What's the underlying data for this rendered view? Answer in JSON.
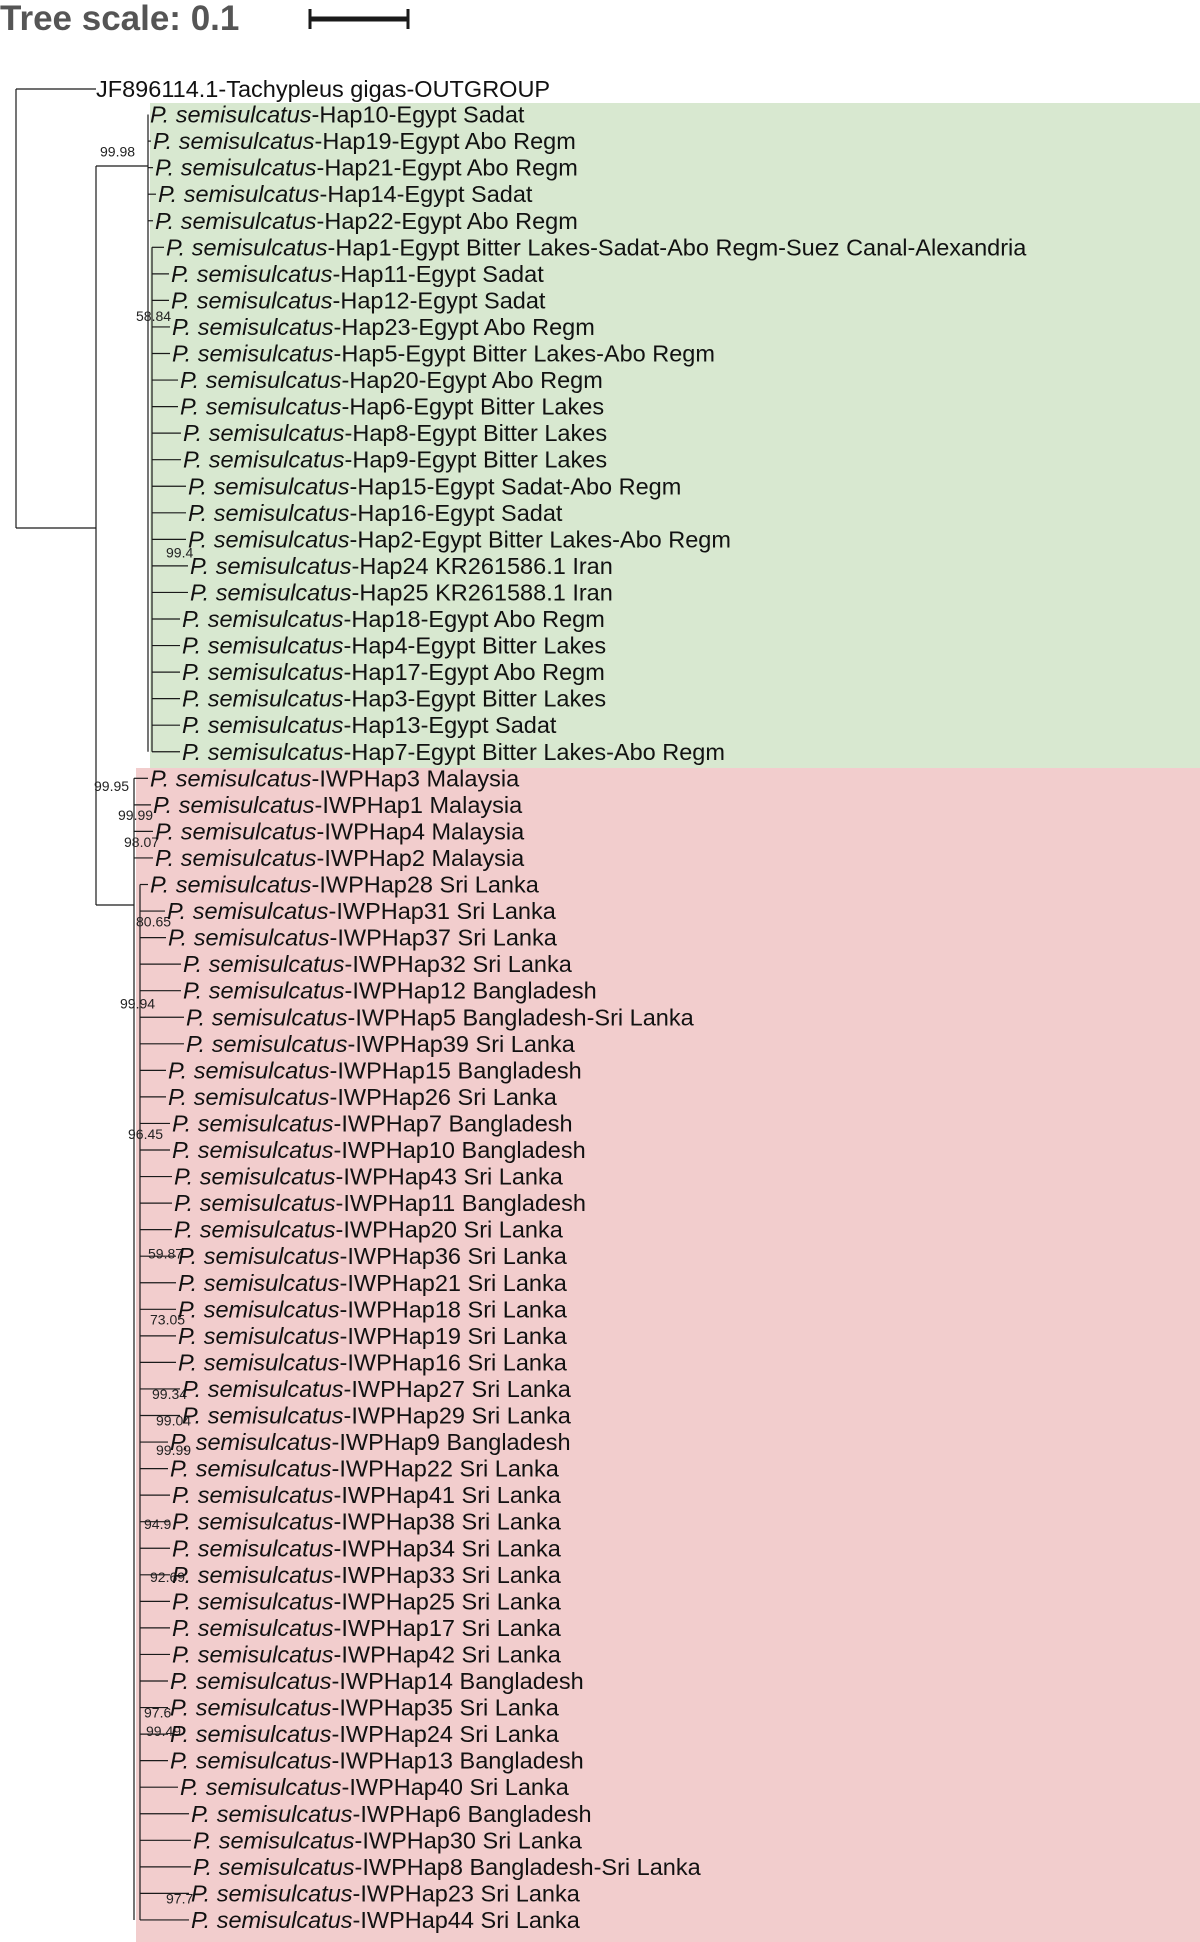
{
  "tree_scale": {
    "label": "Tree scale: 0.1",
    "value": 0.1
  },
  "colors": {
    "clade_egypt": "#d8e8d0",
    "clade_iwp": "#f2cdcd",
    "branch": "#1a1a1a"
  },
  "outgroup": "JF896114.1-Tachypleus gigas-OUTGROUP",
  "leaf_prefix": "P. semisulcatus",
  "leaves": [
    {
      "name": "-Hap10-Egypt Sadat",
      "clade": "egypt"
    },
    {
      "name": "-Hap19-Egypt Abo Regm",
      "clade": "egypt"
    },
    {
      "name": "-Hap21-Egypt Abo Regm",
      "clade": "egypt"
    },
    {
      "name": "-Hap14-Egypt Sadat",
      "clade": "egypt"
    },
    {
      "name": "-Hap22-Egypt Abo Regm",
      "clade": "egypt"
    },
    {
      "name": "-Hap1-Egypt Bitter Lakes-Sadat-Abo Regm-Suez Canal-Alexandria",
      "clade": "egypt"
    },
    {
      "name": "-Hap11-Egypt Sadat",
      "clade": "egypt"
    },
    {
      "name": "-Hap12-Egypt Sadat",
      "clade": "egypt"
    },
    {
      "name": "-Hap23-Egypt Abo Regm",
      "clade": "egypt"
    },
    {
      "name": "-Hap5-Egypt Bitter Lakes-Abo Regm",
      "clade": "egypt"
    },
    {
      "name": "-Hap20-Egypt Abo Regm",
      "clade": "egypt"
    },
    {
      "name": "-Hap6-Egypt Bitter Lakes",
      "clade": "egypt"
    },
    {
      "name": "-Hap8-Egypt Bitter Lakes",
      "clade": "egypt"
    },
    {
      "name": "-Hap9-Egypt Bitter Lakes",
      "clade": "egypt"
    },
    {
      "name": "-Hap15-Egypt Sadat-Abo Regm",
      "clade": "egypt"
    },
    {
      "name": "-Hap16-Egypt Sadat",
      "clade": "egypt"
    },
    {
      "name": "-Hap2-Egypt Bitter Lakes-Abo Regm",
      "clade": "egypt"
    },
    {
      "name": "-Hap24 KR261586.1 Iran",
      "clade": "egypt"
    },
    {
      "name": "-Hap25 KR261588.1 Iran",
      "clade": "egypt"
    },
    {
      "name": "-Hap18-Egypt Abo Regm",
      "clade": "egypt"
    },
    {
      "name": "-Hap4-Egypt Bitter Lakes",
      "clade": "egypt"
    },
    {
      "name": "-Hap17-Egypt Abo Regm",
      "clade": "egypt"
    },
    {
      "name": "-Hap3-Egypt Bitter Lakes",
      "clade": "egypt"
    },
    {
      "name": "-Hap13-Egypt Sadat",
      "clade": "egypt"
    },
    {
      "name": "-Hap7-Egypt Bitter Lakes-Abo Regm",
      "clade": "egypt"
    },
    {
      "name": "-IWPHap3 Malaysia",
      "clade": "iwp"
    },
    {
      "name": "-IWPHap1 Malaysia",
      "clade": "iwp"
    },
    {
      "name": "-IWPHap4 Malaysia",
      "clade": "iwp"
    },
    {
      "name": "-IWPHap2 Malaysia",
      "clade": "iwp"
    },
    {
      "name": "-IWPHap28 Sri Lanka",
      "clade": "iwp"
    },
    {
      "name": "-IWPHap31 Sri Lanka",
      "clade": "iwp"
    },
    {
      "name": "-IWPHap37 Sri Lanka",
      "clade": "iwp"
    },
    {
      "name": "-IWPHap32 Sri Lanka",
      "clade": "iwp"
    },
    {
      "name": "-IWPHap12 Bangladesh",
      "clade": "iwp"
    },
    {
      "name": "-IWPHap5 Bangladesh-Sri Lanka",
      "clade": "iwp"
    },
    {
      "name": "-IWPHap39 Sri Lanka",
      "clade": "iwp"
    },
    {
      "name": "-IWPHap15 Bangladesh",
      "clade": "iwp"
    },
    {
      "name": "-IWPHap26 Sri Lanka",
      "clade": "iwp"
    },
    {
      "name": "-IWPHap7 Bangladesh",
      "clade": "iwp"
    },
    {
      "name": "-IWPHap10 Bangladesh",
      "clade": "iwp"
    },
    {
      "name": "-IWPHap43 Sri Lanka",
      "clade": "iwp"
    },
    {
      "name": "-IWPHap11 Bangladesh",
      "clade": "iwp"
    },
    {
      "name": "-IWPHap20 Sri Lanka",
      "clade": "iwp"
    },
    {
      "name": "-IWPHap36 Sri Lanka",
      "clade": "iwp"
    },
    {
      "name": "-IWPHap21 Sri Lanka",
      "clade": "iwp"
    },
    {
      "name": "-IWPHap18 Sri Lanka",
      "clade": "iwp"
    },
    {
      "name": "-IWPHap19 Sri Lanka",
      "clade": "iwp"
    },
    {
      "name": "-IWPHap16 Sri Lanka",
      "clade": "iwp"
    },
    {
      "name": "-IWPHap27 Sri Lanka",
      "clade": "iwp"
    },
    {
      "name": "-IWPHap29 Sri Lanka",
      "clade": "iwp"
    },
    {
      "name": "-IWPHap9 Bangladesh",
      "clade": "iwp"
    },
    {
      "name": "-IWPHap22 Sri Lanka",
      "clade": "iwp"
    },
    {
      "name": "-IWPHap41 Sri Lanka",
      "clade": "iwp"
    },
    {
      "name": "-IWPHap38 Sri Lanka",
      "clade": "iwp"
    },
    {
      "name": "-IWPHap34 Sri Lanka",
      "clade": "iwp"
    },
    {
      "name": "-IWPHap33 Sri Lanka",
      "clade": "iwp"
    },
    {
      "name": "-IWPHap25 Sri Lanka",
      "clade": "iwp"
    },
    {
      "name": "-IWPHap17 Sri Lanka",
      "clade": "iwp"
    },
    {
      "name": "-IWPHap42 Sri Lanka",
      "clade": "iwp"
    },
    {
      "name": "-IWPHap14 Bangladesh",
      "clade": "iwp"
    },
    {
      "name": "-IWPHap35 Sri Lanka",
      "clade": "iwp"
    },
    {
      "name": "-IWPHap24 Sri Lanka",
      "clade": "iwp"
    },
    {
      "name": "-IWPHap13 Bangladesh",
      "clade": "iwp"
    },
    {
      "name": "-IWPHap40 Sri Lanka",
      "clade": "iwp"
    },
    {
      "name": "-IWPHap6 Bangladesh",
      "clade": "iwp"
    },
    {
      "name": "-IWPHap30 Sri Lanka",
      "clade": "iwp"
    },
    {
      "name": "-IWPHap8 Bangladesh-Sri Lanka",
      "clade": "iwp"
    },
    {
      "name": "-IWPHap23 Sri Lanka",
      "clade": "iwp"
    },
    {
      "name": "-IWPHap44 Sri Lanka",
      "clade": "iwp"
    }
  ],
  "bootstrap_values": [
    "99.98",
    "58.84",
    "99.4",
    "99.95",
    "99.99",
    "98.07",
    "80.65",
    "99.94",
    "96.45",
    "59.87",
    "73.05",
    "99.34",
    "99.04",
    "99.99",
    "94.9",
    "92.69",
    "97.6",
    "99.49",
    "97.7"
  ]
}
